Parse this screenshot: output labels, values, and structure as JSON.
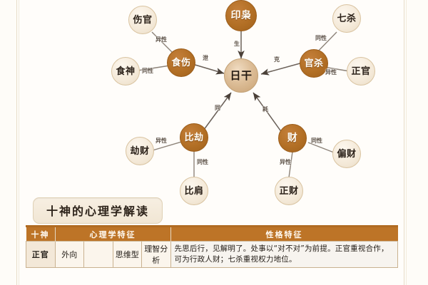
{
  "diagram": {
    "hub": {
      "label": "日干"
    },
    "branches": [
      {
        "key": "yin",
        "main": {
          "label": "印枭",
          "style": "dark"
        },
        "edge_to_hub": "生",
        "children": []
      },
      {
        "key": "shishang",
        "main": {
          "label": "食伤",
          "style": "dark"
        },
        "edge_to_hub": "泄",
        "children": [
          {
            "label": "伤官",
            "relation": "异性"
          },
          {
            "label": "食神",
            "relation": "同性"
          }
        ]
      },
      {
        "key": "guansha",
        "main": {
          "label": "官杀",
          "style": "dark"
        },
        "edge_to_hub": "克",
        "children": [
          {
            "label": "七杀",
            "relation": "同性"
          },
          {
            "label": "正官",
            "relation": "异性"
          }
        ]
      },
      {
        "key": "bijie",
        "main": {
          "label": "比劫",
          "style": "dark"
        },
        "edge_to_hub": "同",
        "children": [
          {
            "label": "劫财",
            "relation": "异性"
          },
          {
            "label": "比肩",
            "relation": "同性"
          }
        ]
      },
      {
        "key": "cai",
        "main": {
          "label": "财",
          "style": "dark"
        },
        "edge_to_hub": "耗",
        "children": [
          {
            "label": "偏财",
            "relation": "同性"
          },
          {
            "label": "正财",
            "relation": "异性"
          }
        ]
      }
    ]
  },
  "section": {
    "title": "十神的心理学解读"
  },
  "table": {
    "headers": {
      "col1": "十神",
      "col2": "心理学特征",
      "col3": "性格特征"
    },
    "rows": [
      {
        "shishen": "正官",
        "a": "外向",
        "b": "",
        "c": "思维型",
        "d": "理智分析",
        "desc": "先思后行，见解明了。处事以“对不对”为前提。正官重视合作，可为行政人财；七杀重视权力地位。"
      }
    ]
  },
  "colors": {
    "node_dark": "#b26f25",
    "node_light": "#f4e9d8",
    "hub": "#ddbe98",
    "header_bar": "#bd7427",
    "page_bg": "#fefcf8",
    "rule": "#e7ddc9"
  }
}
